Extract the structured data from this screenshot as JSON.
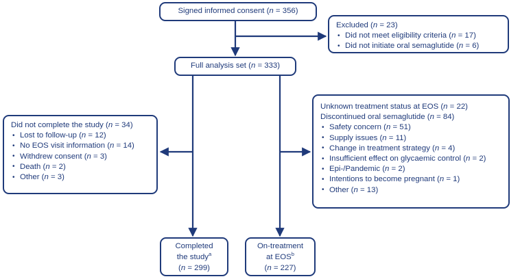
{
  "diagram": {
    "title": "CONSORT-style participant flow diagram",
    "colors": {
      "stroke": "#1f3a7a",
      "text": "#1f3a7a",
      "background": "#ffffff"
    },
    "nodes": {
      "signed_consent": {
        "label": "Signed informed consent (",
        "n_prefix": "n",
        "n_value": " = 356)"
      },
      "excluded": {
        "header_text": "Excluded (",
        "header_n": "n",
        "header_value": " = 23)",
        "items": [
          {
            "text": "Did not meet eligibility criteria (",
            "n": "n",
            "value": " = 17)"
          },
          {
            "text": "Did not initiate oral semaglutide (",
            "n": "n",
            "value": " = 6)"
          }
        ]
      },
      "full_analysis_set": {
        "label": "Full analysis set (",
        "n_prefix": "n",
        "n_value": " = 333)"
      },
      "did_not_complete": {
        "header_text": "Did not complete the study (",
        "header_n": "n",
        "header_value": " = 34)",
        "items": [
          {
            "text": "Lost to follow-up (",
            "n": "n",
            "value": " = 12)"
          },
          {
            "text": "No EOS visit information (",
            "n": "n",
            "value": " = 14)"
          },
          {
            "text": "Withdrew consent (",
            "n": "n",
            "value": " = 3)"
          },
          {
            "text": "Death (",
            "n": "n",
            "value": " = 2)"
          },
          {
            "text": "Other (",
            "n": "n",
            "value": " = 3)"
          }
        ]
      },
      "discontinued": {
        "header1_text": "Unknown treatment status at EOS (",
        "header1_n": "n",
        "header1_value": " = 22)",
        "header2_text": "Discontinued oral semaglutide (",
        "header2_n": "n",
        "header2_value": " = 84)",
        "items": [
          {
            "text": "Safety concern (",
            "n": "n",
            "value": " = 51)"
          },
          {
            "text": "Supply issues (",
            "n": "n",
            "value": " = 11)"
          },
          {
            "text": "Change in treatment strategy (",
            "n": "n",
            "value": " = 4)"
          },
          {
            "text": "Insufficient effect on glycaemic control (",
            "n": "n",
            "value": " = 2)"
          },
          {
            "text": "Epi-/Pandemic (",
            "n": "n",
            "value": " = 2)"
          },
          {
            "text": "Intentions to become pregnant (",
            "n": "n",
            "value": " = 1)"
          },
          {
            "text": "Other (",
            "n": "n",
            "value": " = 13)"
          }
        ]
      },
      "completed": {
        "line1": "Completed",
        "line2": "the study",
        "line2_sup": "a",
        "line3_open": "(",
        "line3_n": "n",
        "line3_value": " = 299)"
      },
      "on_treatment": {
        "line1": "On-treatment",
        "line2": "at EOS",
        "line2_sup": "b",
        "line3_open": "(",
        "line3_n": "n",
        "line3_value": " = 227)"
      }
    }
  }
}
